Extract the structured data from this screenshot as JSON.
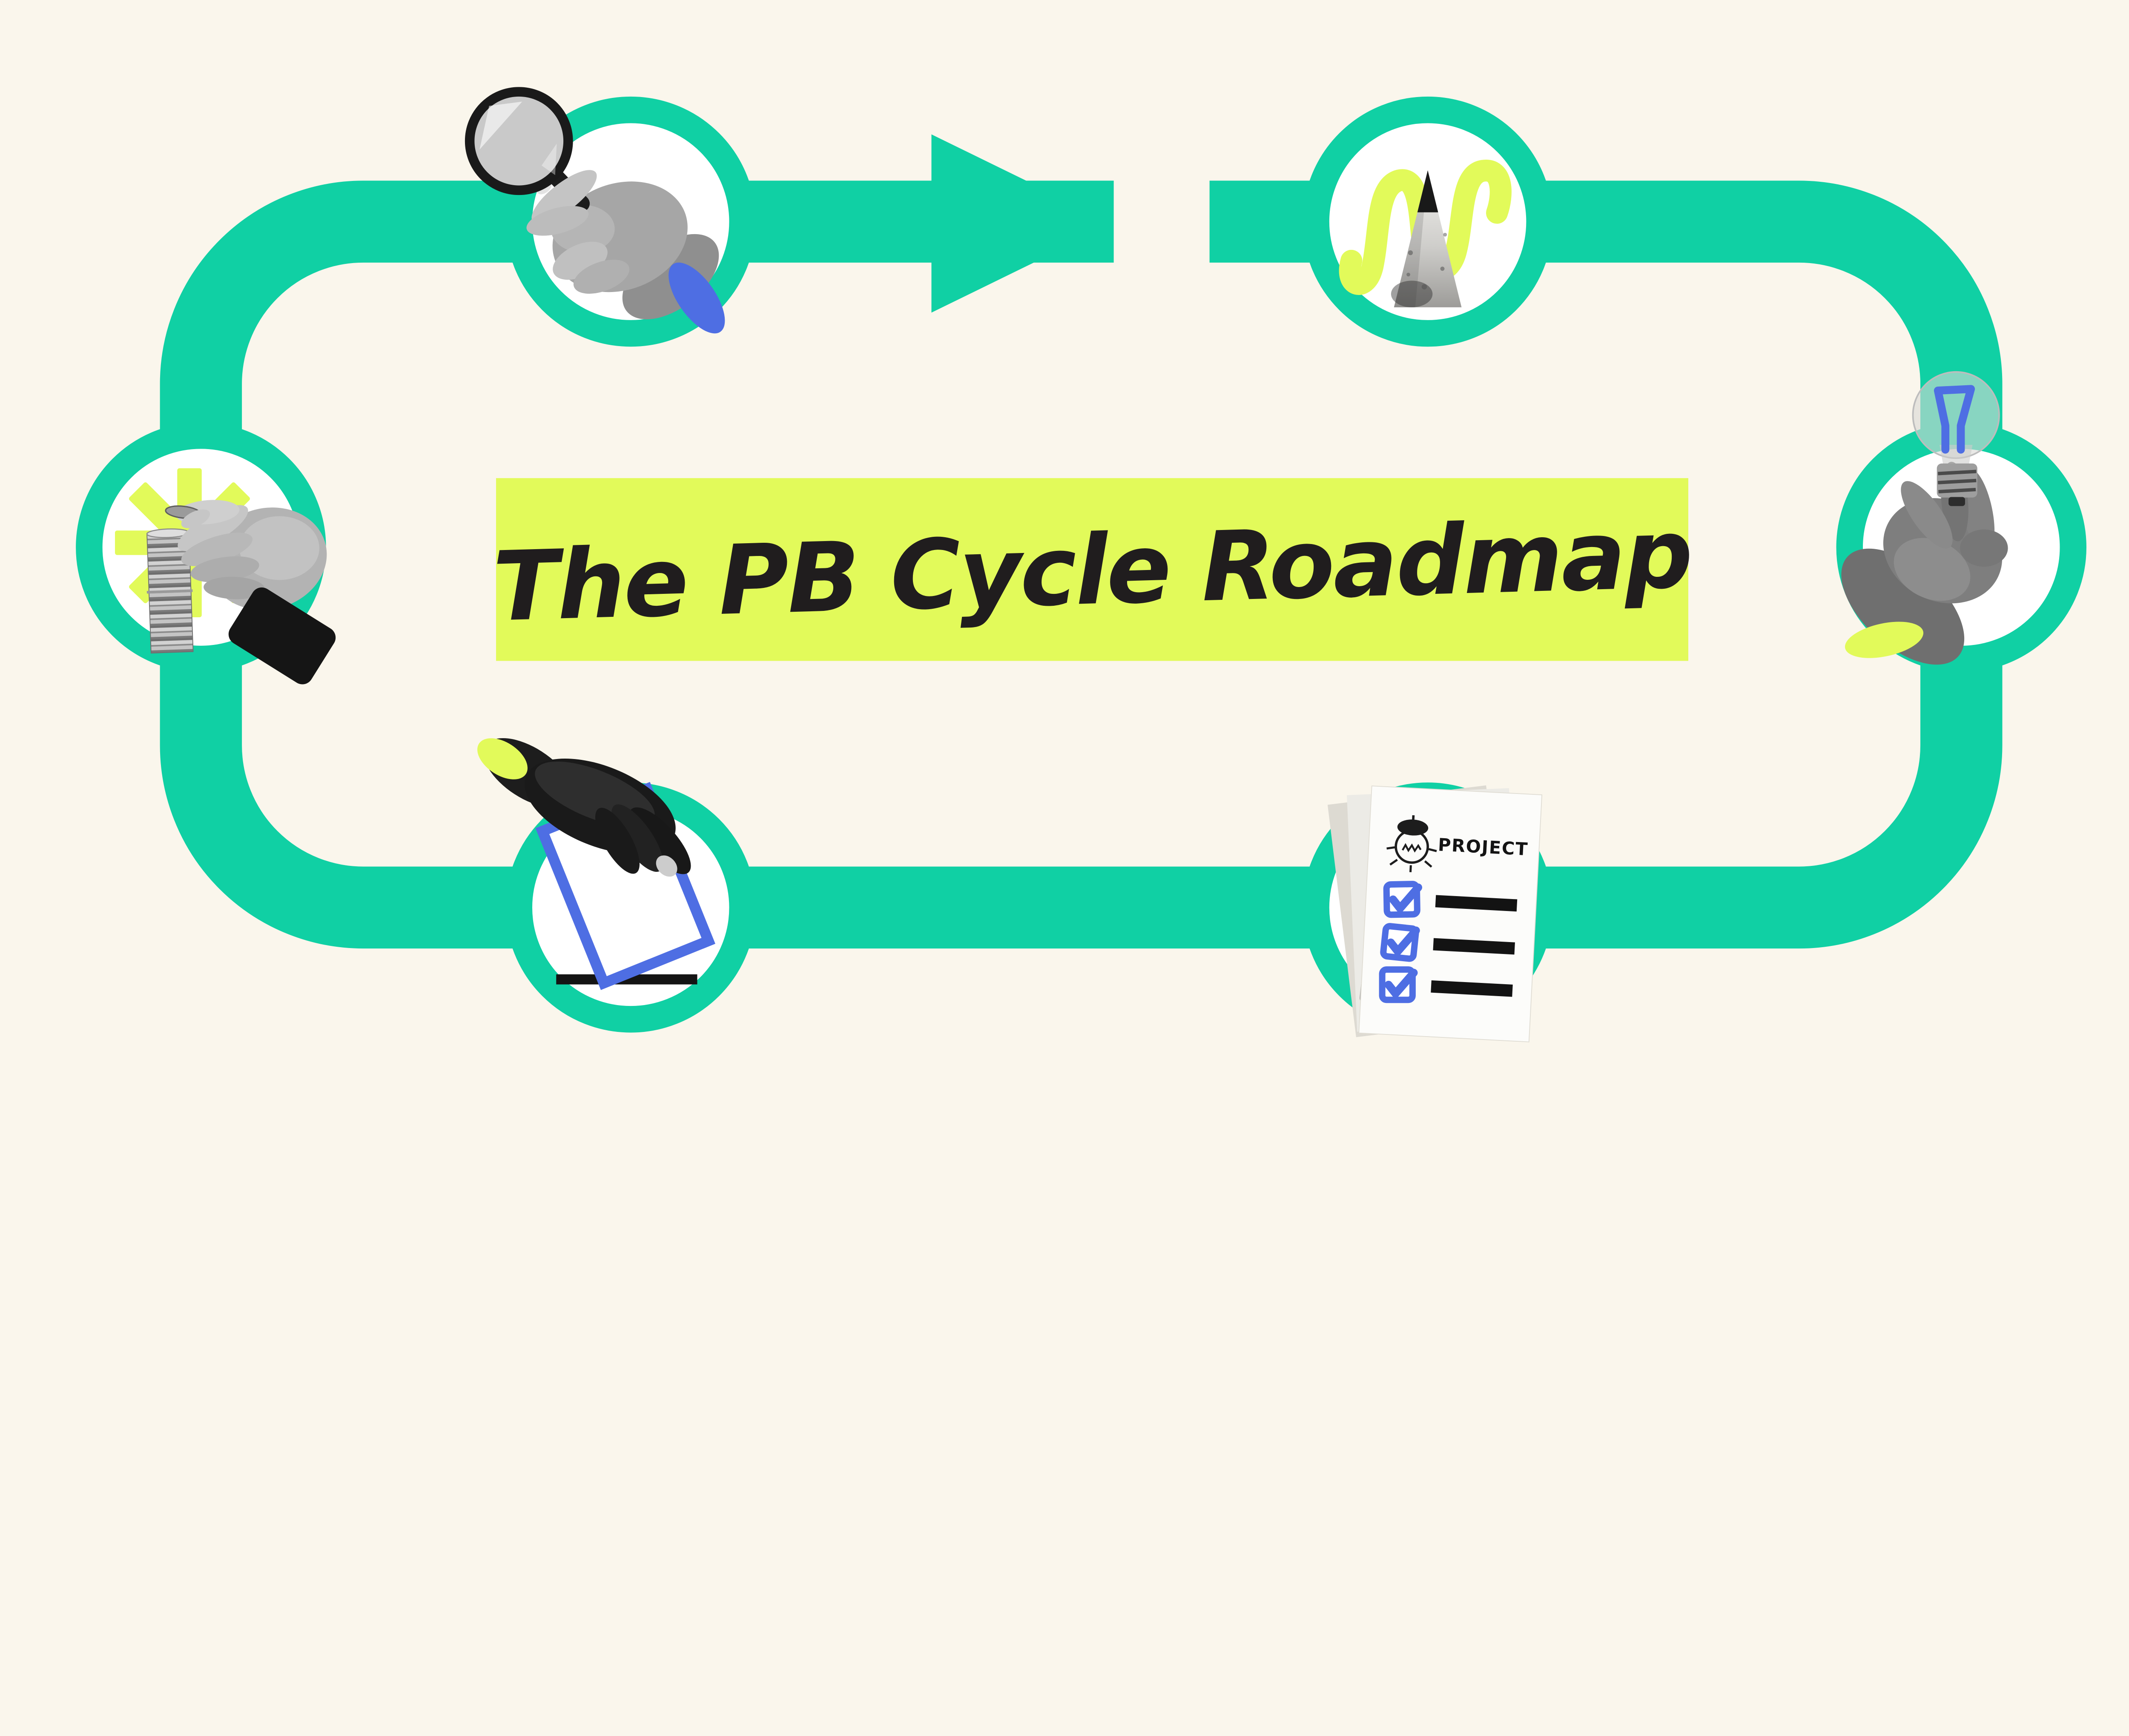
{
  "title": {
    "text": "The PB Cycle Roadmap"
  },
  "project_card": {
    "title": "PROJECT",
    "checked_items": 3,
    "list_lines": 3
  },
  "flow": {
    "arrow_direction": "right",
    "gap_location": "top-center",
    "shape": "rounded-loop"
  },
  "colors": {
    "background": "#FAF6EC",
    "track_teal": "#10D0A4",
    "highlight_yellow": "#E2FA5A",
    "accent_blue": "#4E6EE3",
    "ink_black": "#1A1A1A",
    "node_white": "#FFFFFF"
  },
  "nodes": [
    {
      "position": "top-left",
      "icon": "magnifying-glass-hand-icon"
    },
    {
      "position": "top-right",
      "icon": "pencil-tip-scribble-icon"
    },
    {
      "position": "right",
      "icon": "hand-holding-lightbulb-icon"
    },
    {
      "position": "bottom-right",
      "icon": "project-checklist-icon"
    },
    {
      "position": "bottom-left",
      "icon": "ballot-voting-icon"
    },
    {
      "position": "left",
      "icon": "hand-stacking-coins-icon"
    }
  ]
}
